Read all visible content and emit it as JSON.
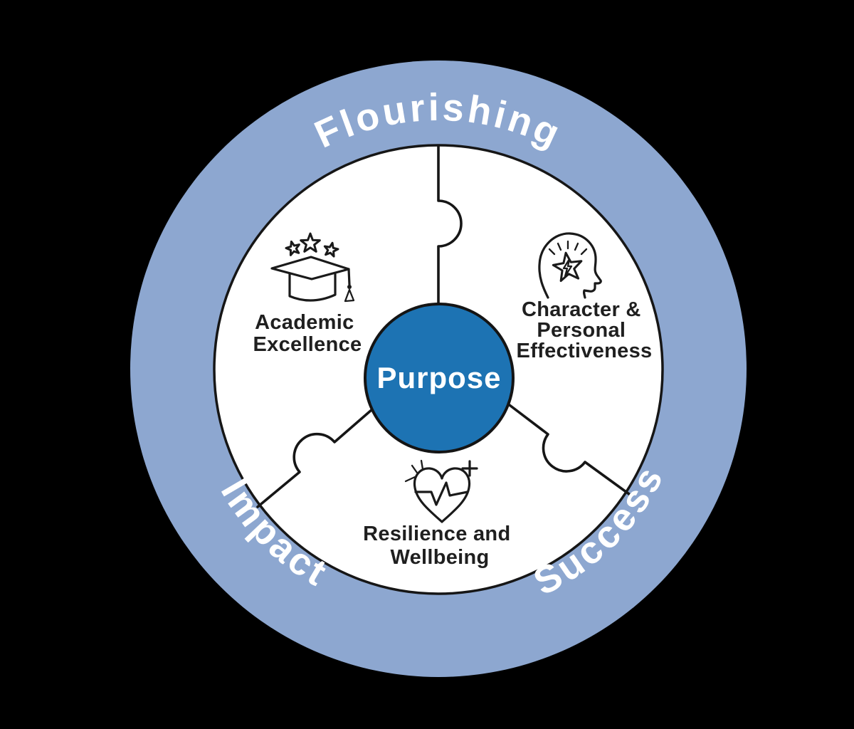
{
  "colors": {
    "background": "#000000",
    "inner_circle": "#ffffff",
    "outline": "#161616",
    "section_text": "#1f1f1f"
  },
  "ring": {
    "color": "#8da7d0",
    "text_color": "#ffffff",
    "labels": {
      "top": "Flourishing",
      "bottom_left": "Impact",
      "bottom_right": "Success"
    }
  },
  "center": {
    "label": "Purpose",
    "color": "#1d73b3",
    "text_color": "#ffffff"
  },
  "sections": {
    "academic": {
      "icon": "graduation-cap-icon",
      "lines": [
        "Academic",
        "Excellence"
      ]
    },
    "character": {
      "icon": "head-star-icon",
      "lines": [
        "Character &",
        "Personal",
        "Effectiveness"
      ]
    },
    "resilience": {
      "icon": "heart-pulse-icon",
      "lines": [
        "Resilience and",
        "Wellbeing"
      ]
    }
  }
}
